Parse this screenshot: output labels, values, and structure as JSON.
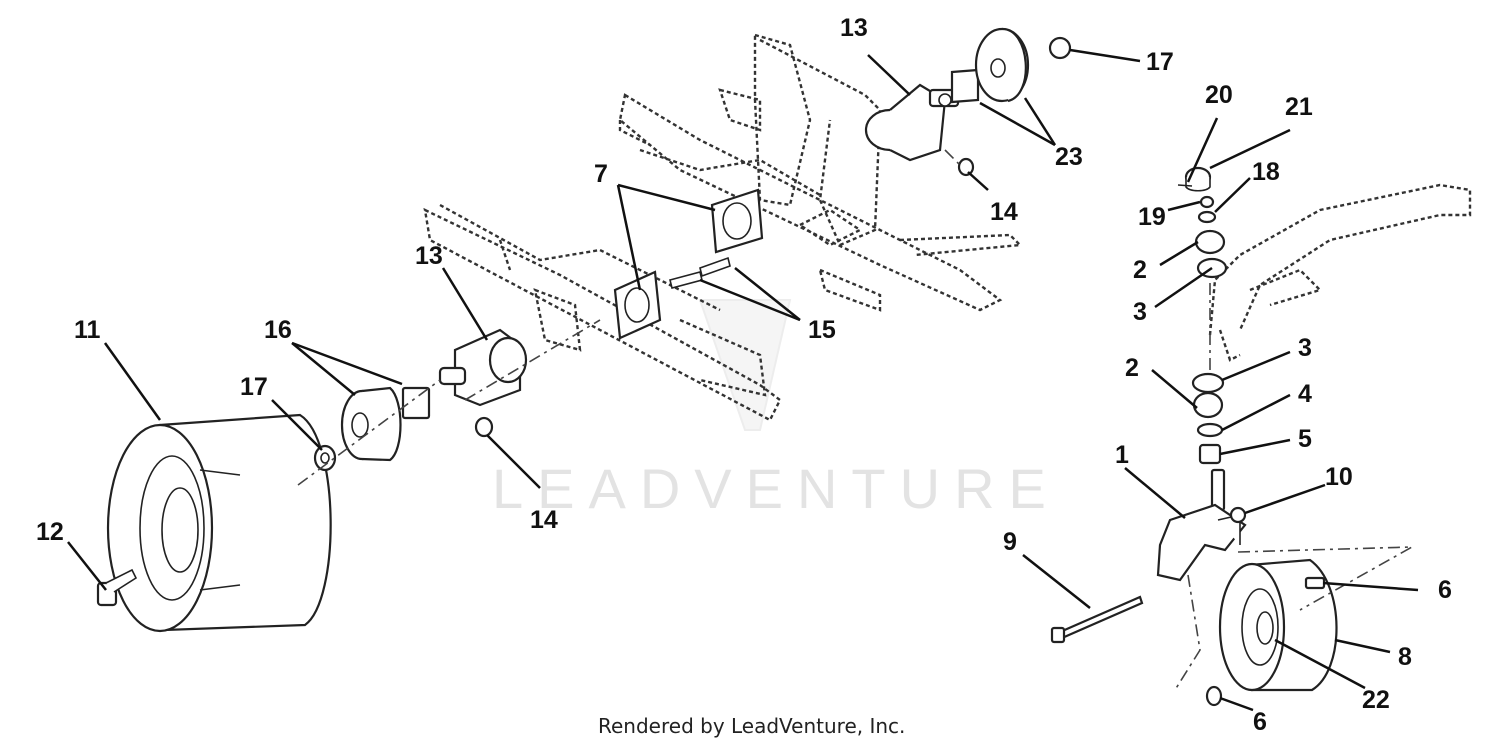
{
  "watermark": "LEADVENTURE",
  "footer": "Rendered by LeadVenture, Inc.",
  "callouts": {
    "c1": "1",
    "c2a": "2",
    "c2b": "2",
    "c3a": "3",
    "c3b": "3",
    "c4": "4",
    "c5": "5",
    "c6a": "6",
    "c6b": "6",
    "c7": "7",
    "c8": "8",
    "c9": "9",
    "c10": "10",
    "c11": "11",
    "c12": "12",
    "c13a": "13",
    "c13b": "13",
    "c14a": "14",
    "c14b": "14",
    "c15": "15",
    "c16": "16",
    "c17a": "17",
    "c17b": "17",
    "c18": "18",
    "c19": "19",
    "c20": "20",
    "c21": "21",
    "c22": "22",
    "c23": "23"
  }
}
